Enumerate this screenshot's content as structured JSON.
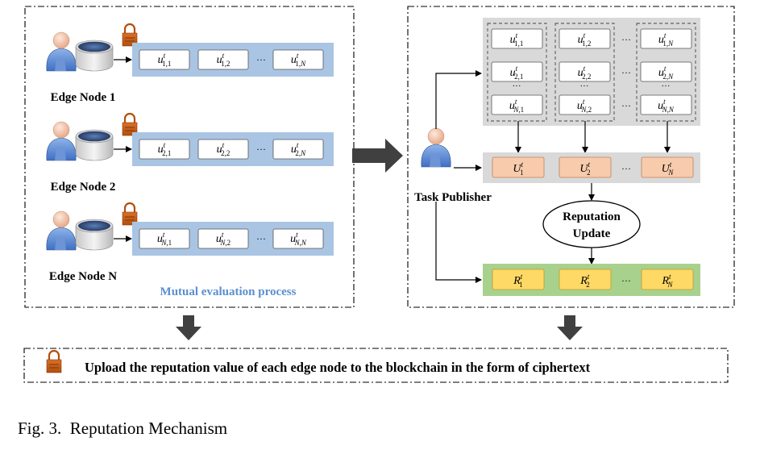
{
  "left_panel": {
    "nodes": [
      {
        "label": "Edge Node 1",
        "values": [
          {
            "base": "u",
            "sub": "1,1",
            "sup": "t"
          },
          {
            "base": "u",
            "sub": "1,2",
            "sup": "t"
          },
          {
            "base": "u",
            "sub": "1,N",
            "sup": "t"
          }
        ]
      },
      {
        "label": "Edge Node 2",
        "values": [
          {
            "base": "u",
            "sub": "2,1",
            "sup": "t"
          },
          {
            "base": "u",
            "sub": "2,2",
            "sup": "t"
          },
          {
            "base": "u",
            "sub": "2,N",
            "sup": "t"
          }
        ]
      },
      {
        "label": "Edge Node N",
        "values": [
          {
            "base": "u",
            "sub": "N,1",
            "sup": "t"
          },
          {
            "base": "u",
            "sub": "N,2",
            "sup": "t"
          },
          {
            "base": "u",
            "sub": "N,N",
            "sup": "t"
          }
        ]
      }
    ],
    "ellipsis": "···",
    "caption": "Mutual evaluation process"
  },
  "right_panel": {
    "publisher_label": "Task Publisher",
    "matrix": [
      [
        {
          "base": "u",
          "sub": "1,1",
          "sup": "t"
        },
        {
          "base": "u",
          "sub": "1,2",
          "sup": "t"
        },
        {
          "base": "u",
          "sub": "1,N",
          "sup": "t"
        }
      ],
      [
        {
          "base": "u",
          "sub": "2,1",
          "sup": "t"
        },
        {
          "base": "u",
          "sub": "2,2",
          "sup": "t"
        },
        {
          "base": "u",
          "sub": "2,N",
          "sup": "t"
        }
      ],
      [
        {
          "base": "u",
          "sub": "N,1",
          "sup": "t"
        },
        {
          "base": "u",
          "sub": "N,2",
          "sup": "t"
        },
        {
          "base": "u",
          "sub": "N,N",
          "sup": "t"
        }
      ]
    ],
    "aggregates": [
      {
        "base": "U",
        "sub": "1",
        "sup": "t"
      },
      {
        "base": "U",
        "sub": "2",
        "sup": "t"
      },
      {
        "base": "U",
        "sub": "N",
        "sup": "t"
      }
    ],
    "update_label_1": "Reputation",
    "update_label_2": "Update",
    "results": [
      {
        "base": "R",
        "sub": "1",
        "sup": "t"
      },
      {
        "base": "R",
        "sub": "2",
        "sup": "t"
      },
      {
        "base": "R",
        "sub": "N",
        "sup": "t"
      }
    ],
    "ellipsis": "···",
    "vellipsis": "···"
  },
  "bottom_text": "Upload the reputation value of each edge node to the blockchain in the form of ciphertext",
  "figure_caption": "Fig. 3.  Reputation Mechanism",
  "colors": {
    "blue_band": "#a9c5e3",
    "gray_panel": "#d9d9d9",
    "orange_box": "#f8cbad",
    "green_band": "#a9d18e",
    "yellow_box": "#ffd966",
    "caption_blue": "#5b8fd0",
    "lock": "#c55a11",
    "arrow_dark": "#404040"
  }
}
